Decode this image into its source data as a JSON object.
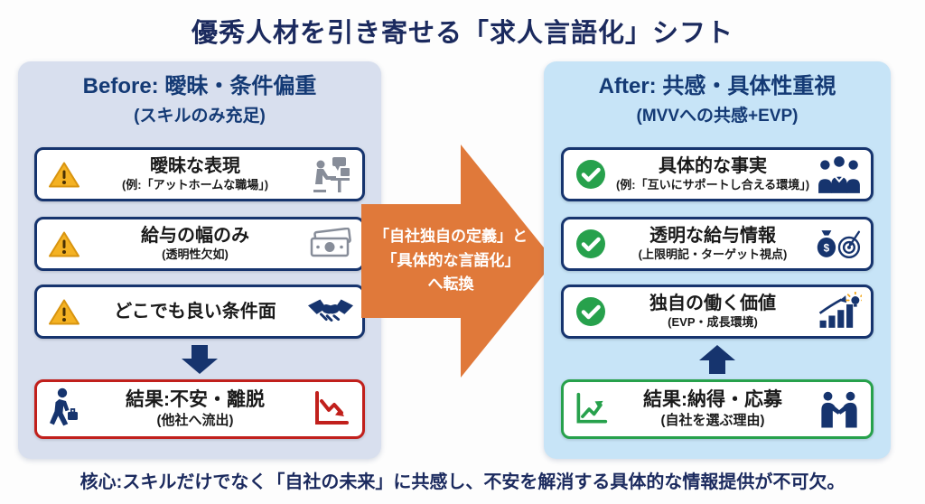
{
  "title": "優秀人材を引き寄せる「求人言語化」シフト",
  "footer": "核心:スキルだけでなく「自社の未来」に共感し、不安を解消する具体的な情報提供が不可欠。",
  "transition_arrow": {
    "lines": [
      "「自社独自の定義」と",
      "「具体的な言語化」",
      "へ転換"
    ]
  },
  "before_panel": {
    "heading": "Before: 曖昧・条件偏重",
    "subheading": "(スキルのみ充足)",
    "items": [
      {
        "icon": "warning-triangle",
        "title": "曖昧な表現",
        "subtitle": "(例:「アットホームな職場」)",
        "right_icon": "person-desk"
      },
      {
        "icon": "warning-triangle",
        "title": "給与の幅のみ",
        "subtitle": "(透明性欠如)",
        "right_icon": "banknotes"
      },
      {
        "icon": "warning-triangle",
        "title": "どこでも良い条件面",
        "subtitle": "",
        "right_icon": "handshake"
      }
    ],
    "result": {
      "icon": "person-leaving",
      "title": "結果:不安・離脱",
      "subtitle": "(他社へ流出)",
      "right_icon": "declining-chart"
    }
  },
  "after_panel": {
    "heading": "After: 共感・具体性重視",
    "subheading": "(MVVへの共感+EVP)",
    "items": [
      {
        "icon": "check-circle",
        "title": "具体的な事実",
        "subtitle": "(例:「互いにサポートし合える環境」)",
        "right_icon": "team"
      },
      {
        "icon": "check-circle",
        "title": "透明な給与情報",
        "subtitle": "(上限明記・ターゲット視点)",
        "right_icon": "money-target"
      },
      {
        "icon": "check-circle",
        "title": "独自の働く価値",
        "subtitle": "(EVP・成長環境)",
        "right_icon": "growth-idea"
      }
    ],
    "result": {
      "icon": "rising-chart",
      "title": "結果:納得・応募",
      "subtitle": "(自社を選ぶ理由)",
      "right_icon": "business-handshake"
    }
  },
  "colors": {
    "navy": "#16346e",
    "title_navy": "#1b2a5e",
    "panel_before_bg": "#d8dfee",
    "panel_after_bg": "#c7e4f7",
    "accent_orange": "#e0793a",
    "alert_red": "#c1201c",
    "success_green": "#27a14c",
    "warning_yellow": "#f4b223",
    "icon_gray": "#878d99"
  }
}
